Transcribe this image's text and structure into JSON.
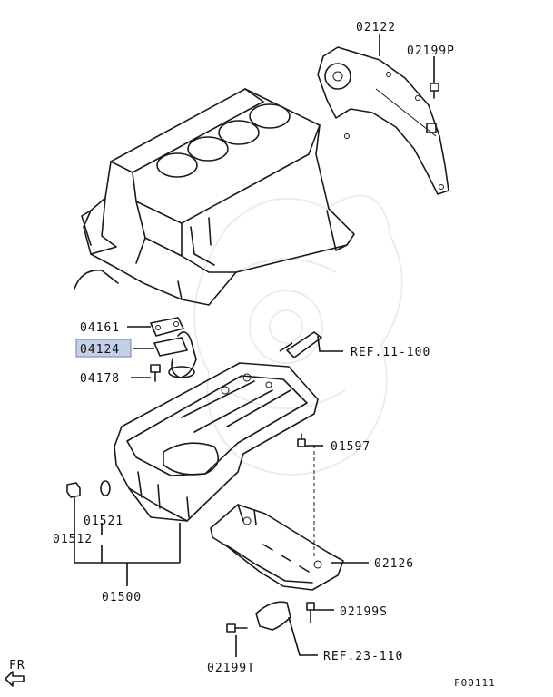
{
  "labels": {
    "p02122": "02122",
    "p02199P": "02199P",
    "p04161": "04161",
    "p04124": "04124",
    "p04178": "04178",
    "ref11_100": "REF.11-100",
    "p01597": "01597",
    "p01521": "01521",
    "p01512": "01512",
    "p01500": "01500",
    "p02126": "02126",
    "p02199S": "02199S",
    "p02199T": "02199T",
    "ref23_110": "REF.23-110",
    "fr": "FR",
    "figure_code": "F00111"
  },
  "highlight": {
    "part": "04124",
    "color": "#c3d1e6"
  }
}
